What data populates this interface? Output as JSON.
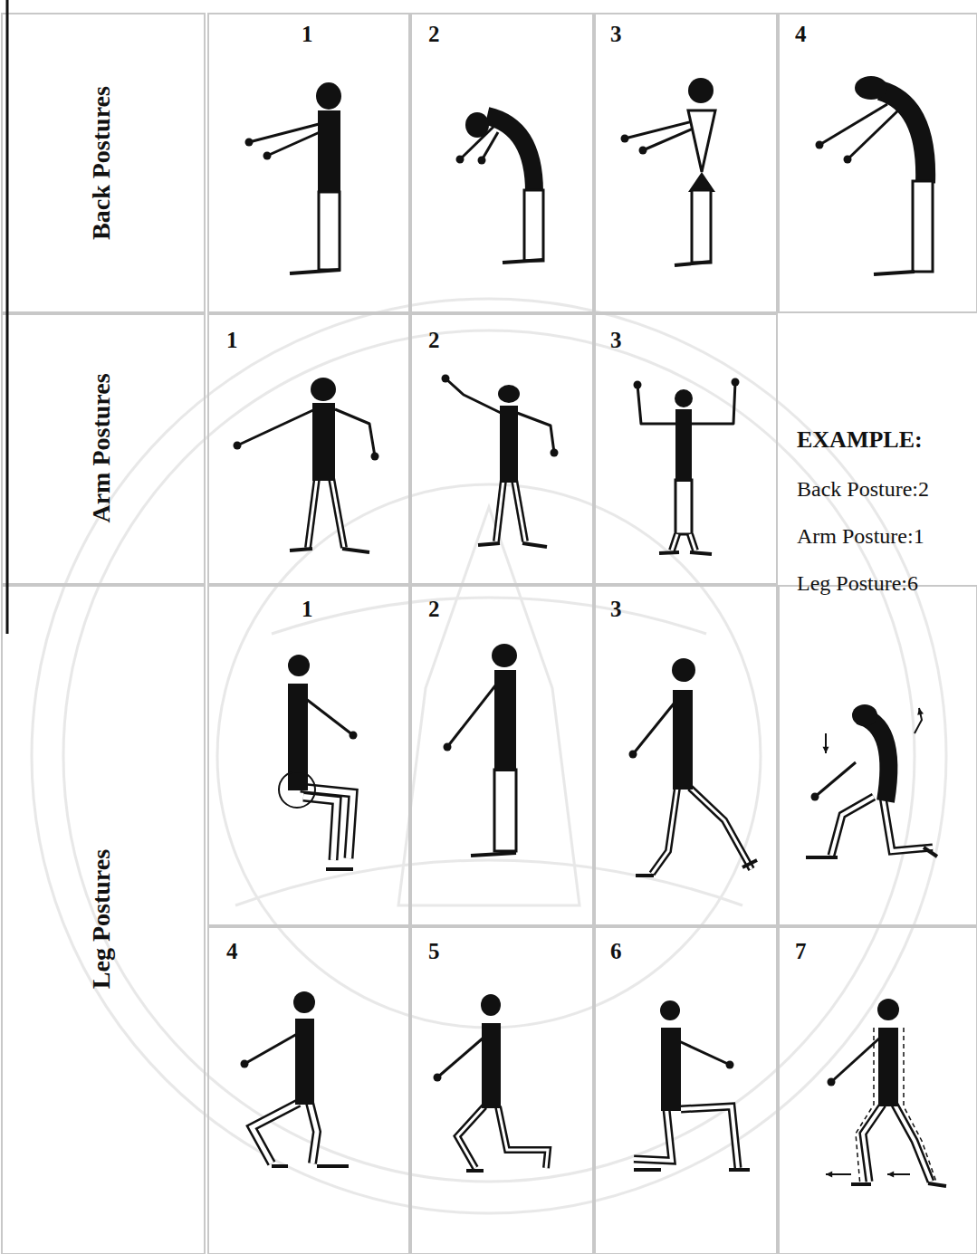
{
  "diagram": {
    "labels": [
      "Back Postures",
      "1",
      "2",
      "3",
      "4",
      "Arm Postures",
      "1",
      "2",
      "3",
      "EXAMPLE:",
      "Back Posture:2",
      "Arm Posture:1",
      "Leg Posture:6",
      "Leg Postures",
      "1",
      "2",
      "3",
      "4",
      "5",
      "6",
      "7"
    ]
  }
}
